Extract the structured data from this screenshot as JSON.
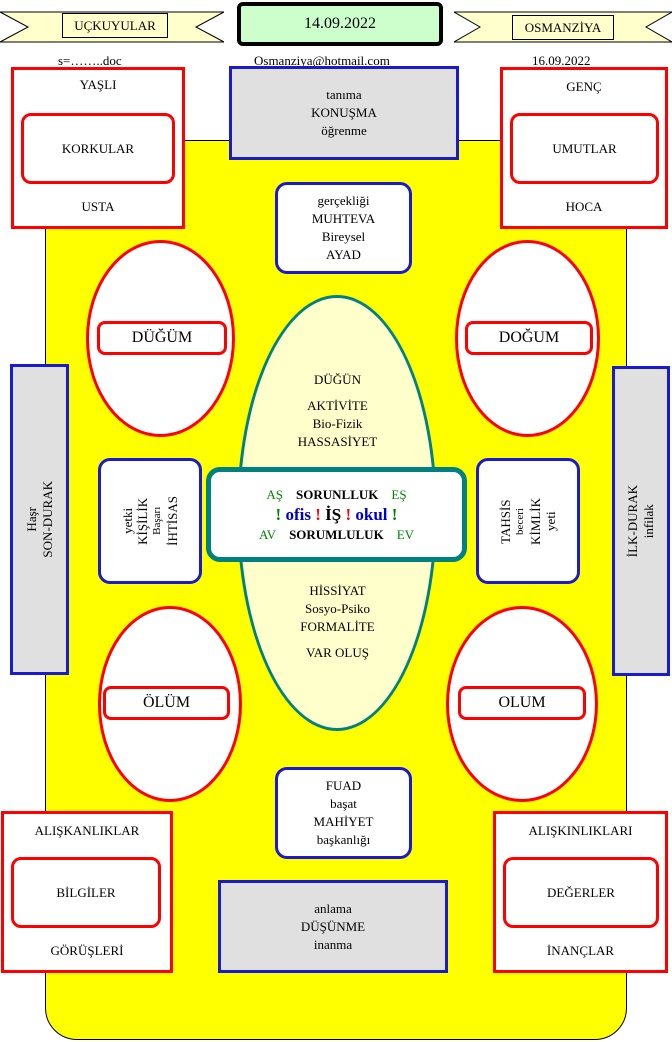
{
  "header": {
    "left_ribbon": "UÇKUYULAR",
    "date_center": "14.09.2022",
    "right_ribbon": "OSMANZİYA",
    "file_label": "s=……..doc",
    "email": "Osmanziya@hotmail.com",
    "date_right": "16.09.2022"
  },
  "corners": {
    "top_left": {
      "top": "YAŞLI",
      "inner": "KORKULAR",
      "bottom": "USTA"
    },
    "top_right": {
      "top": "GENÇ",
      "inner": "UMUTLAR",
      "bottom": "HOCA"
    },
    "bottom_left": {
      "top": "ALIŞKANLIKLAR",
      "inner": "BİLGİLER",
      "bottom": "GÖRÜŞLERİ"
    },
    "bottom_right": {
      "top": "ALIŞKINLIKLARI",
      "inner": "DEĞERLER",
      "bottom": "İNANÇLAR"
    }
  },
  "top_box": {
    "l1": "tanıma",
    "l2": "KONUŞMA",
    "l3": "öğrenme"
  },
  "bottom_box": {
    "l1": "anlama",
    "l2": "DÜŞÜNME",
    "l3": "inanma"
  },
  "upper_round": {
    "l1": "gerçekliği",
    "l2": "MUHTEVA",
    "l3": "Bireysel",
    "l4": "AYAD"
  },
  "lower_round": {
    "l1": "FUAD",
    "l2": "başat",
    "l3": "MAHİYET",
    "l4": "başkanlığı"
  },
  "ellipses": {
    "top_left": "DÜĞÜM",
    "top_right": "DOĞUM",
    "bottom_left": "ÖLÜM",
    "bottom_right": "OLUM"
  },
  "side_left": {
    "l1": "Haşr",
    "l2": "SON-DURAK"
  },
  "side_right": {
    "l1": "İLK-DURAK",
    "l2": "infilak"
  },
  "mid_left": {
    "l1": "yetki",
    "l2": "KİŞİLİK",
    "l3": "Başarı",
    "l4": "İHTİSAS"
  },
  "mid_right": {
    "l1": "TAHSİS",
    "l2": "beceri",
    "l3": "KİMLİK",
    "l4": "yeti"
  },
  "center_ellipse": {
    "top": [
      "DÜĞÜN",
      "AKTİVİTE",
      "Bio-Fizik",
      "HASSASİYET"
    ],
    "bottom": [
      "HİSSİYAT",
      "Sosyo-Psiko",
      "FORMALİTE",
      "VAR OLUŞ"
    ]
  },
  "center_box": {
    "row1": {
      "left": "AŞ",
      "mid": "SORUNLLUK",
      "right": "EŞ"
    },
    "row2": {
      "b1": "!",
      "w1": "ofis",
      "b2": "!",
      "w2": "İŞ",
      "b3": "!",
      "w3": "okul",
      "b4": "!"
    },
    "row3": {
      "left": "AV",
      "mid": "SORUMLULUK",
      "right": "EV"
    }
  },
  "colors": {
    "yellow": "#ffff00",
    "red": "#ff0000",
    "blue": "#1a1ad0",
    "teal": "#008080",
    "green": "#008000",
    "darkblue": "#0000cc"
  }
}
